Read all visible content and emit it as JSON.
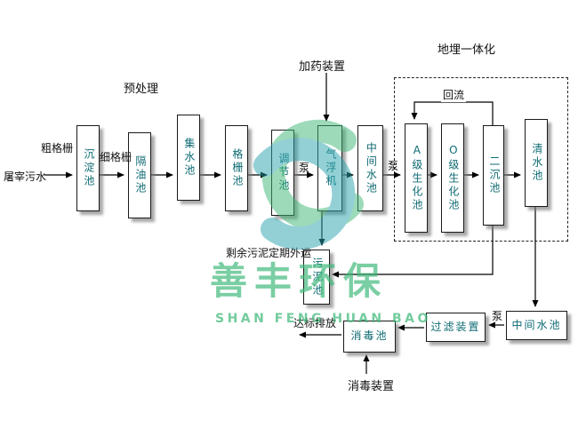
{
  "diagram": {
    "source": "屠宰污水",
    "flow_labels": {
      "coarse_screen": "粗格栅",
      "fine_screen": "细格栅",
      "pump": "泵",
      "reflux": "回流",
      "discharge": "达标排放",
      "sludge_note": "剩余污泥定期外运"
    },
    "section_labels": {
      "pretreatment": "预处理",
      "dosing_device": "加药装置",
      "underground_integration": "地埋一体化",
      "disinfection_device": "消毒装置"
    },
    "tanks": {
      "sedimentation": "沉淀池",
      "oil_separator": "隔油池",
      "collection": "集水池",
      "bar_screen": "格栅池",
      "equalization": "调节池",
      "air_flotation": "气浮机",
      "intermediate_1": "中间水池",
      "a_bio": "A级生化池",
      "o_bio": "O级生化池",
      "secondary_clarifier": "二沉池",
      "clear_water": "清水池",
      "sludge": "污泥池",
      "disinfection": "消毒池",
      "filter_device": "过滤装置",
      "intermediate_2": "中间水池"
    }
  },
  "watermark": {
    "name_cn": "善丰环保",
    "name_en": "SHAN FENG HUAN BAO"
  },
  "colors": {
    "tank_text": "#0e6b73",
    "line": "#000000",
    "watermark_green": "#3eb677",
    "watermark_teal": "#2aa3ad"
  }
}
